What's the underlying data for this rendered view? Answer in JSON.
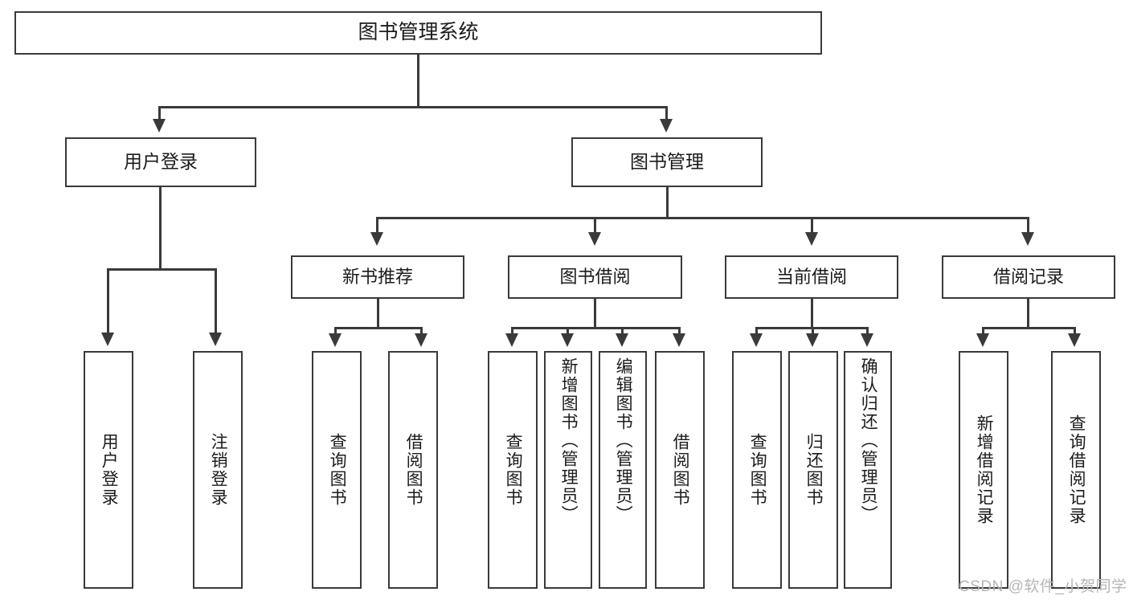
{
  "diagram": {
    "type": "tree-hierarchy",
    "title": "图书管理系统",
    "root": {
      "label": "图书管理系统"
    },
    "level2": [
      {
        "label": "用户登录"
      },
      {
        "label": "图书管理"
      }
    ],
    "level3": [
      {
        "label": "新书推荐"
      },
      {
        "label": "图书借阅"
      },
      {
        "label": "当前借阅"
      },
      {
        "label": "借阅记录"
      }
    ],
    "leaves": {
      "user_login": [
        {
          "label": "用户登录"
        },
        {
          "label": "注销登录"
        }
      ],
      "new_book_recommend": [
        {
          "label": "查询图书"
        },
        {
          "label": "借阅图书"
        }
      ],
      "book_borrow": [
        {
          "label": "查询图书"
        },
        {
          "label": "新增图书（管理员）"
        },
        {
          "label": "编辑图书（管理员）"
        },
        {
          "label": "借阅图书"
        }
      ],
      "current_borrow": [
        {
          "label": "查询图书"
        },
        {
          "label": "归还图书"
        },
        {
          "label": "确认归还（管理员）"
        }
      ],
      "borrow_record": [
        {
          "label": "新增借阅记录"
        },
        {
          "label": "查询借阅记录"
        }
      ]
    }
  },
  "watermark": {
    "text": "CSDN @软件_小贺同学"
  },
  "colors": {
    "stroke": "#3a3a3a",
    "background": "#ffffff",
    "text": "#1b1b1b",
    "watermark": "#b6b6b6"
  }
}
